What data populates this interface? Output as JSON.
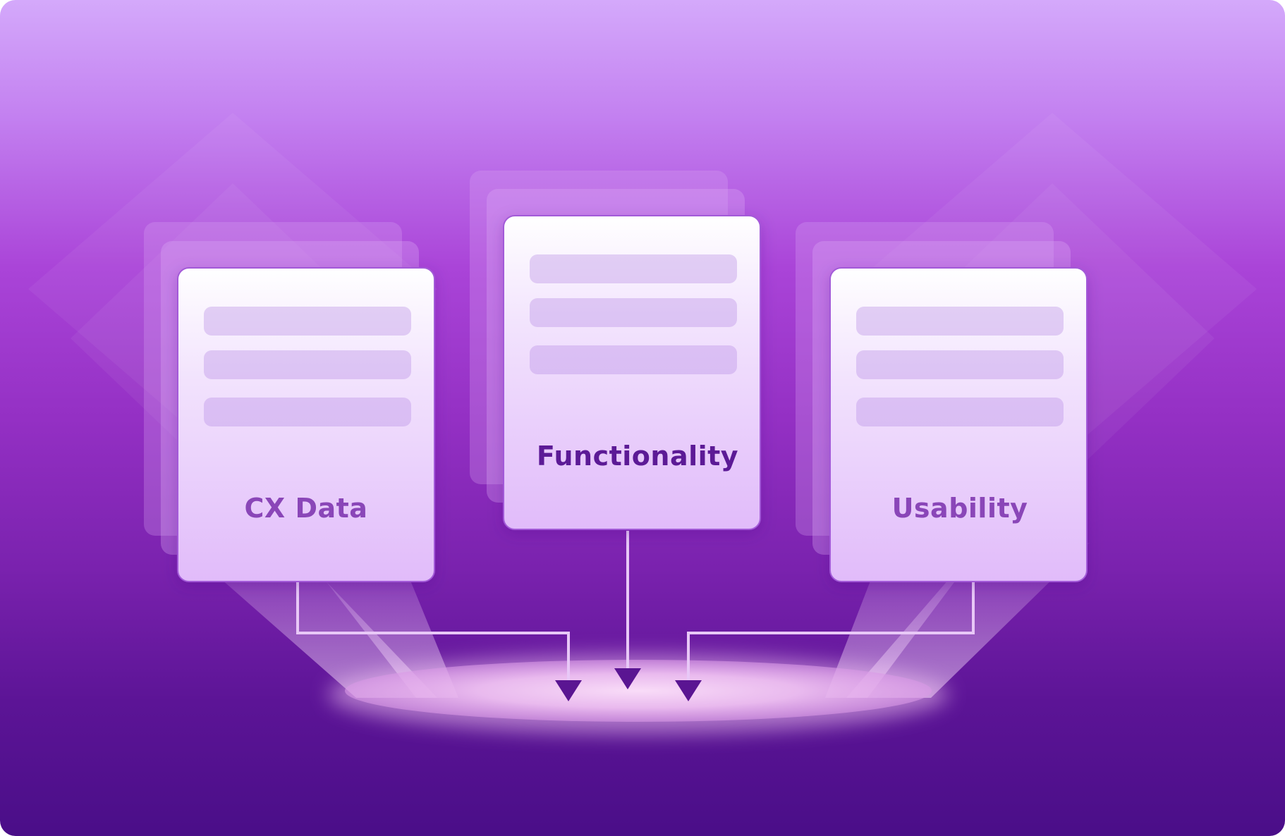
{
  "diagram": {
    "cards": [
      {
        "id": "cx-data",
        "label": "CX Data"
      },
      {
        "id": "functionality",
        "label": "Functionality"
      },
      {
        "id": "usability",
        "label": "Usability"
      }
    ]
  },
  "colors": {
    "background_top": "#d4a9fb",
    "background_bottom": "#4a0e88",
    "card_top": "#ffffff",
    "card_bottom": "#e2bdfa",
    "card_border": "#a35ad8",
    "line_bar": "#b98ee6",
    "label_muted": "#8a46b8",
    "label_strong": "#5c1a96",
    "connector": "#e8c8f7",
    "arrow_head": "#5a1592",
    "platform": "#f2c8f2"
  }
}
